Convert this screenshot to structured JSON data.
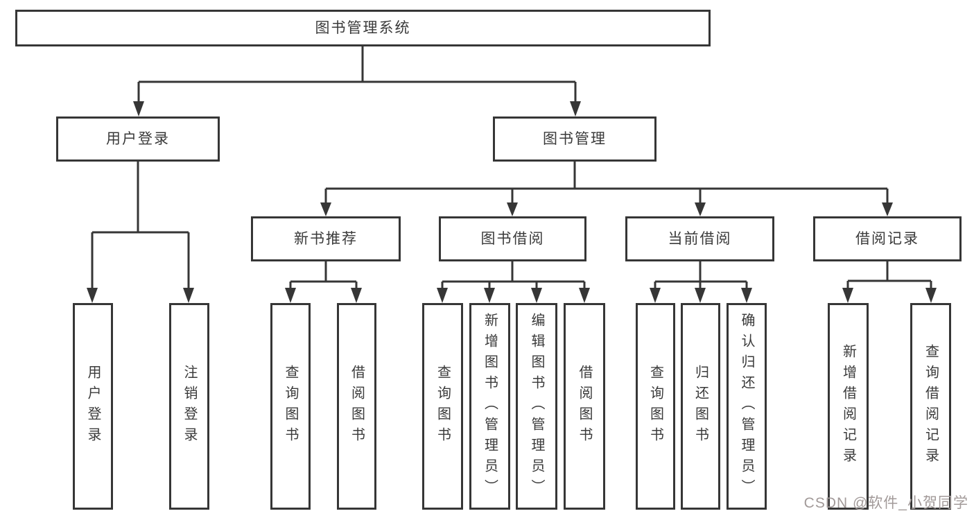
{
  "diagram": {
    "root": {
      "label": "图书管理系统"
    },
    "branches": {
      "user_login": {
        "label": "用户登录",
        "children": [
          "用户登录",
          "注销登录"
        ]
      },
      "book_mgmt": {
        "label": "图书管理"
      },
      "new_book": {
        "label": "新书推荐",
        "children": [
          "查询图书",
          "借阅图书"
        ]
      },
      "borrow": {
        "label": "图书借阅",
        "children": [
          "查询图书",
          "新增图书（管理员）",
          "编辑图书（管理员）",
          "借阅图书"
        ]
      },
      "current": {
        "label": "当前借阅",
        "children": [
          "查询图书",
          "归还图书",
          "确认归还（管理员）"
        ]
      },
      "record": {
        "label": "借阅记录",
        "children": [
          "新增借阅记录",
          "查询借阅记录"
        ]
      }
    }
  },
  "watermark": {
    "text": "CSDN @软件_小贺同学"
  },
  "colors": {
    "line": "#363636",
    "text": "#3a3a3a",
    "background": "#ffffff",
    "watermark": "#a29a99"
  }
}
